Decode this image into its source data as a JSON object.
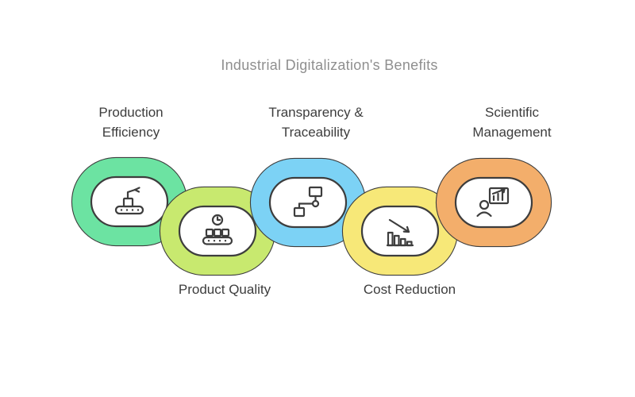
{
  "title": "Industrial Digitalization's Benefits",
  "links": [
    {
      "label": "Production Efficiency",
      "color": "#6ce3a2",
      "icon": "robot-arm-conveyor-icon",
      "position": "top"
    },
    {
      "label": "Product Quality",
      "color": "#c8e96f",
      "icon": "clock-conveyor-icon",
      "position": "bottom"
    },
    {
      "label": "Transparency & Traceability",
      "color": "#7cd2f5",
      "icon": "flowchart-icon",
      "position": "top"
    },
    {
      "label": "Cost Reduction",
      "color": "#f7e878",
      "icon": "declining-bar-chart-icon",
      "position": "bottom"
    },
    {
      "label": "Scientific Management",
      "color": "#f3ae6b",
      "icon": "person-presentation-chart-icon",
      "position": "top"
    }
  ],
  "outline_color": "#3d3d3d"
}
